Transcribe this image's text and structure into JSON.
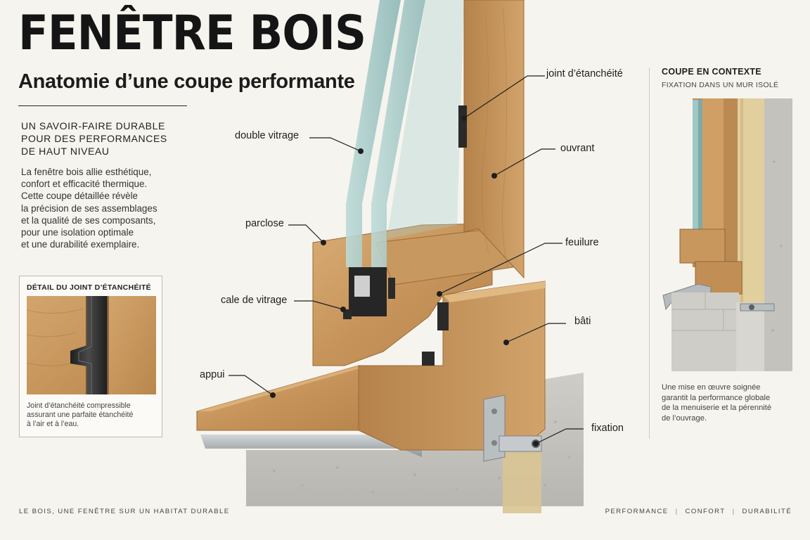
{
  "header": {
    "title": "FENÊTRE BOIS",
    "subtitle": "Anatomie d’une coupe performante"
  },
  "intro": {
    "lead_lines": [
      "UN SAVOIR-FAIRE DURABLE",
      "POUR DES PERFORMANCES",
      "DE HAUT NIVEAU"
    ],
    "body_lines": [
      "La fenêtre bois allie esthétique,",
      "confort et efficacité thermique.",
      "Cette coupe détaillée révèle",
      "la précision de ses assemblages",
      "et la qualité de ses composants,",
      "pour une isolation optimale",
      "et une durabilité exemplaire."
    ]
  },
  "detail": {
    "title": "DÉTAIL DU JOINT D’ÉTANCHÉITÉ",
    "caption_lines": [
      "Joint d’étanchéité compressible",
      "assurant une parfaite étanchéité",
      "à l’air et à l’eau."
    ]
  },
  "labels": {
    "joint": "joint d’étanchéité",
    "double_vitrage": "double vitrage",
    "ouvrant": "ouvrant",
    "parclose": "parclose",
    "feuilure": "feuilure",
    "cale": "cale de vitrage",
    "bati": "bâti",
    "appui": "appui",
    "fixation": "fixation"
  },
  "context": {
    "title": "COUPE EN CONTEXTE",
    "subtitle": "Fixation dans un mur isolé",
    "caption_lines": [
      "Une mise en œuvre soignée",
      "garantit la performance globale",
      "de la menuiserie et la pérennité",
      "de l’ouvrage."
    ]
  },
  "footer": {
    "left": "Le bois, une fenêtre sur un habitat durable",
    "right": [
      "Performance",
      "Confort",
      "Durabilité"
    ]
  },
  "colors": {
    "wood": "#c99a63",
    "wood_dark": "#a8743e",
    "glass": "#9fc7c6",
    "gasket": "#2a2a2a",
    "metal": "#b8bcbf",
    "concrete": "#c9c8c3"
  }
}
